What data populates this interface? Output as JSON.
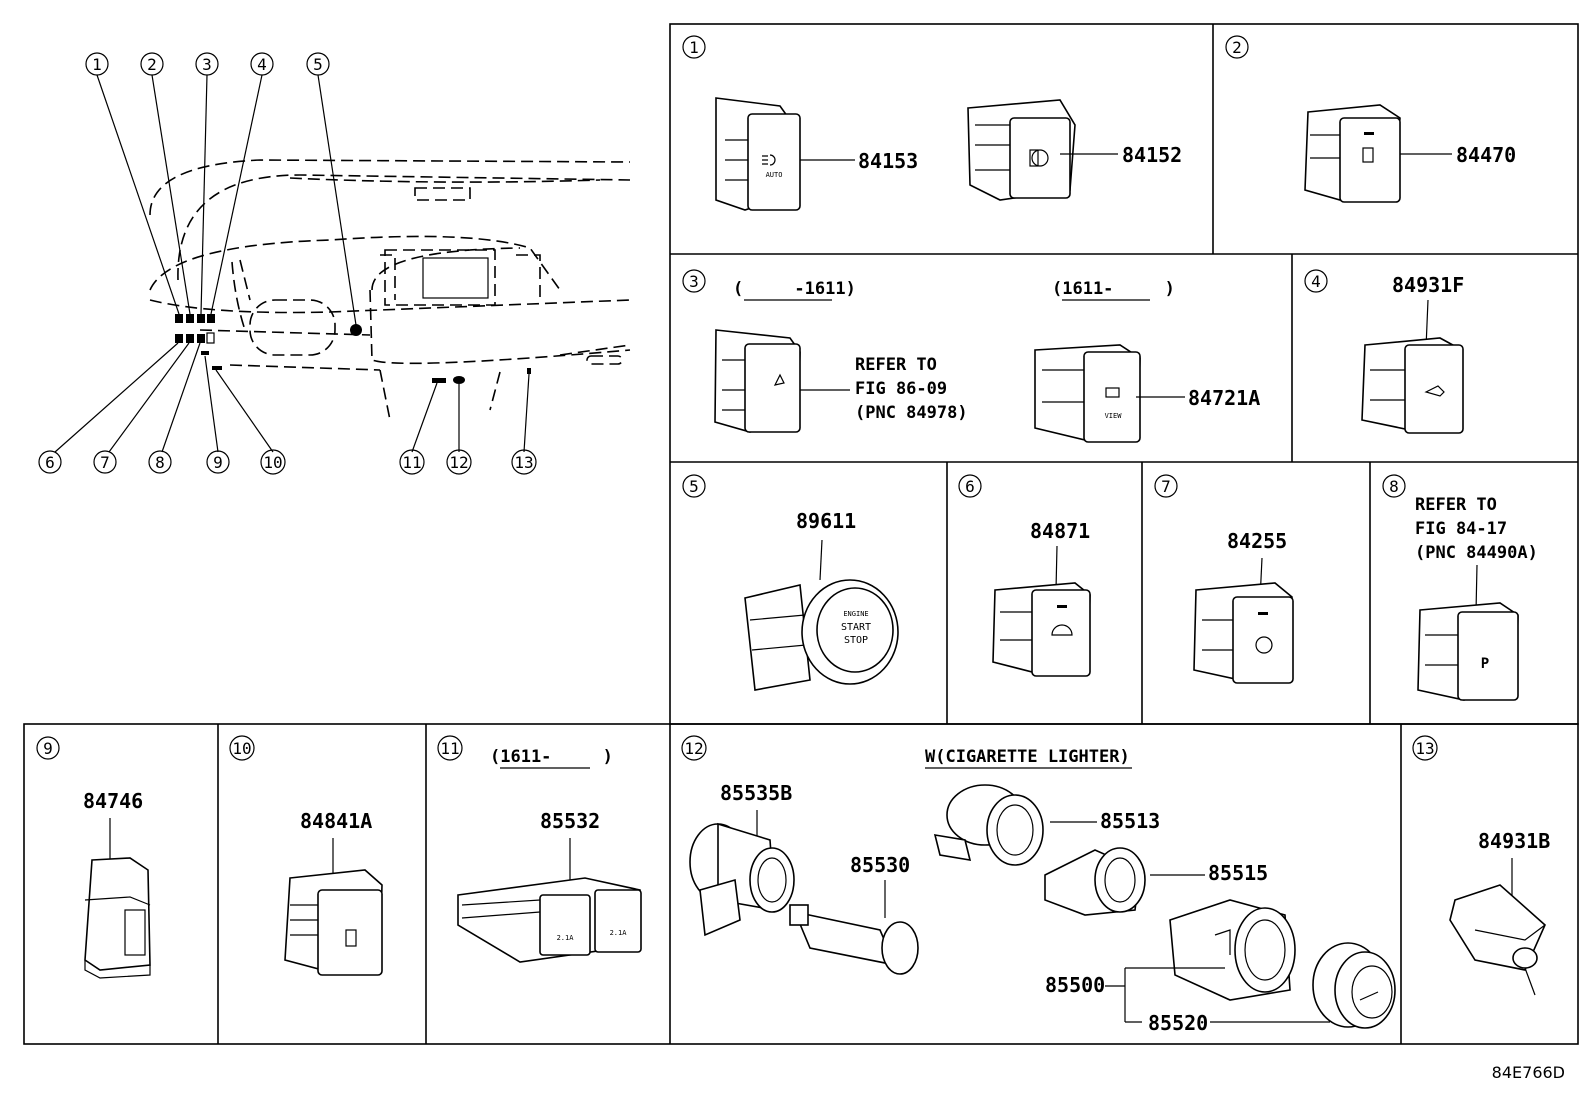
{
  "overview": {
    "callouts": [
      "1",
      "2",
      "3",
      "4",
      "5",
      "6",
      "7",
      "8",
      "9",
      "10",
      "11",
      "12",
      "13"
    ]
  },
  "panels": [
    {
      "num": "1",
      "parts": [
        "84153",
        "84152"
      ]
    },
    {
      "num": "2",
      "parts": [
        "84470"
      ]
    },
    {
      "num": "3",
      "date_left": "(     -1611)",
      "date_right": "(1611-     )",
      "refer": [
        "REFER TO",
        "FIG 86-09",
        "(PNC 84978)"
      ],
      "parts": [
        "84721A"
      ]
    },
    {
      "num": "4",
      "parts": [
        "84931F"
      ]
    },
    {
      "num": "5",
      "parts": [
        "89611"
      ]
    },
    {
      "num": "6",
      "parts": [
        "84871"
      ]
    },
    {
      "num": "7",
      "parts": [
        "84255"
      ]
    },
    {
      "num": "8",
      "refer": [
        "REFER TO",
        "FIG 84-17",
        "(PNC 84490A)"
      ]
    },
    {
      "num": "9",
      "parts": [
        "84746"
      ]
    },
    {
      "num": "10",
      "parts": [
        "84841A"
      ]
    },
    {
      "num": "11",
      "date": "(1611-     )",
      "parts": [
        "85532"
      ]
    },
    {
      "num": "12",
      "title": "W(CIGARETTE LIGHTER)",
      "parts": [
        "85535B",
        "85530",
        "85513",
        "85515",
        "85500",
        "85520"
      ]
    },
    {
      "num": "13",
      "parts": [
        "84931B"
      ]
    }
  ],
  "labels": {
    "auto": "AUTO",
    "view": "VIEW",
    "engine": "ENGINE",
    "start": "START",
    "stop": "STOP",
    "amp": "2.1A",
    "parking": "P"
  },
  "figure_code": "84E766D"
}
